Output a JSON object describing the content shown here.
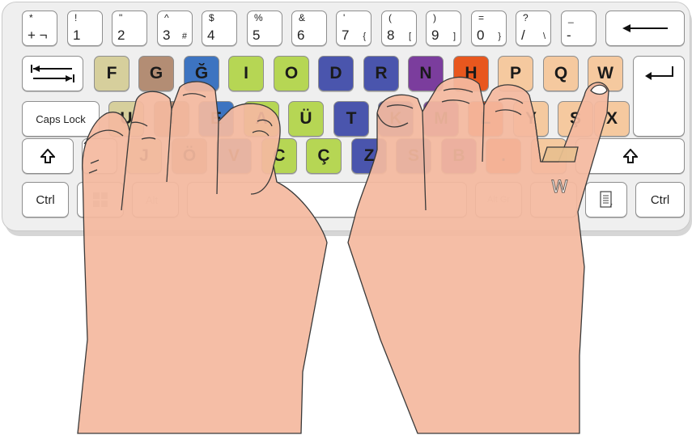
{
  "keyboard": {
    "number_row": [
      {
        "top": "*",
        "bottom": "+ ¬",
        "extra": ""
      },
      {
        "top": "!",
        "bottom": "1",
        "extra": ""
      },
      {
        "top": "\"",
        "bottom": "2",
        "extra": ""
      },
      {
        "top": "^",
        "bottom": "3",
        "extra": "#"
      },
      {
        "top": "$",
        "bottom": "4",
        "extra": ""
      },
      {
        "top": "%",
        "bottom": "5",
        "extra": ""
      },
      {
        "top": "&",
        "bottom": "6",
        "extra": ""
      },
      {
        "top": "'",
        "bottom": "7",
        "extra": "{"
      },
      {
        "top": "(",
        "bottom": "8",
        "extra": "["
      },
      {
        "top": ")",
        "bottom": "9",
        "extra": "]"
      },
      {
        "top": "=",
        "bottom": "0",
        "extra": "}"
      },
      {
        "top": "?",
        "bottom": "/",
        "extra": "\\"
      },
      {
        "top": "_",
        "bottom": "-",
        "extra": ""
      }
    ],
    "top_row": [
      "F",
      "G",
      "Ğ",
      "I",
      "O",
      "D",
      "R",
      "N",
      "H",
      "P",
      "Q",
      "W"
    ],
    "home_row": [
      "U",
      "İ",
      "E",
      "A",
      "Ü",
      "T",
      "K",
      "M",
      "L",
      "Y",
      "Ş",
      "X"
    ],
    "bottom_row": [
      "J",
      "Ö",
      "V",
      "C",
      "Ç",
      "Z",
      "S",
      "B",
      "."
    ],
    "labels": {
      "caps_lock": "Caps Lock",
      "ctrl_left": "Ctrl",
      "alt": "Alt",
      "alt_gr": "Alt Gr",
      "ctrl_right": "Ctrl"
    },
    "icons": {
      "backspace": "left-arrow-icon",
      "tab": "tab-arrows-icon",
      "enter": "enter-arrow-icon",
      "shift": "shift-arrow-icon",
      "windows": "windows-logo-icon",
      "menu": "context-menu-icon"
    }
  },
  "highlight": {
    "key": "W",
    "finger_label": "W"
  },
  "colors": {
    "tan": "#d6cf9c",
    "brown": "#b38d74",
    "blue": "#3d74c1",
    "lime": "#b6d654",
    "indigo": "#4a55ad",
    "purple": "#7b3d9d",
    "red_orange": "#e8571e",
    "peach": "#f5c99f",
    "skin": "#f4b99f",
    "outline": "#333333"
  }
}
